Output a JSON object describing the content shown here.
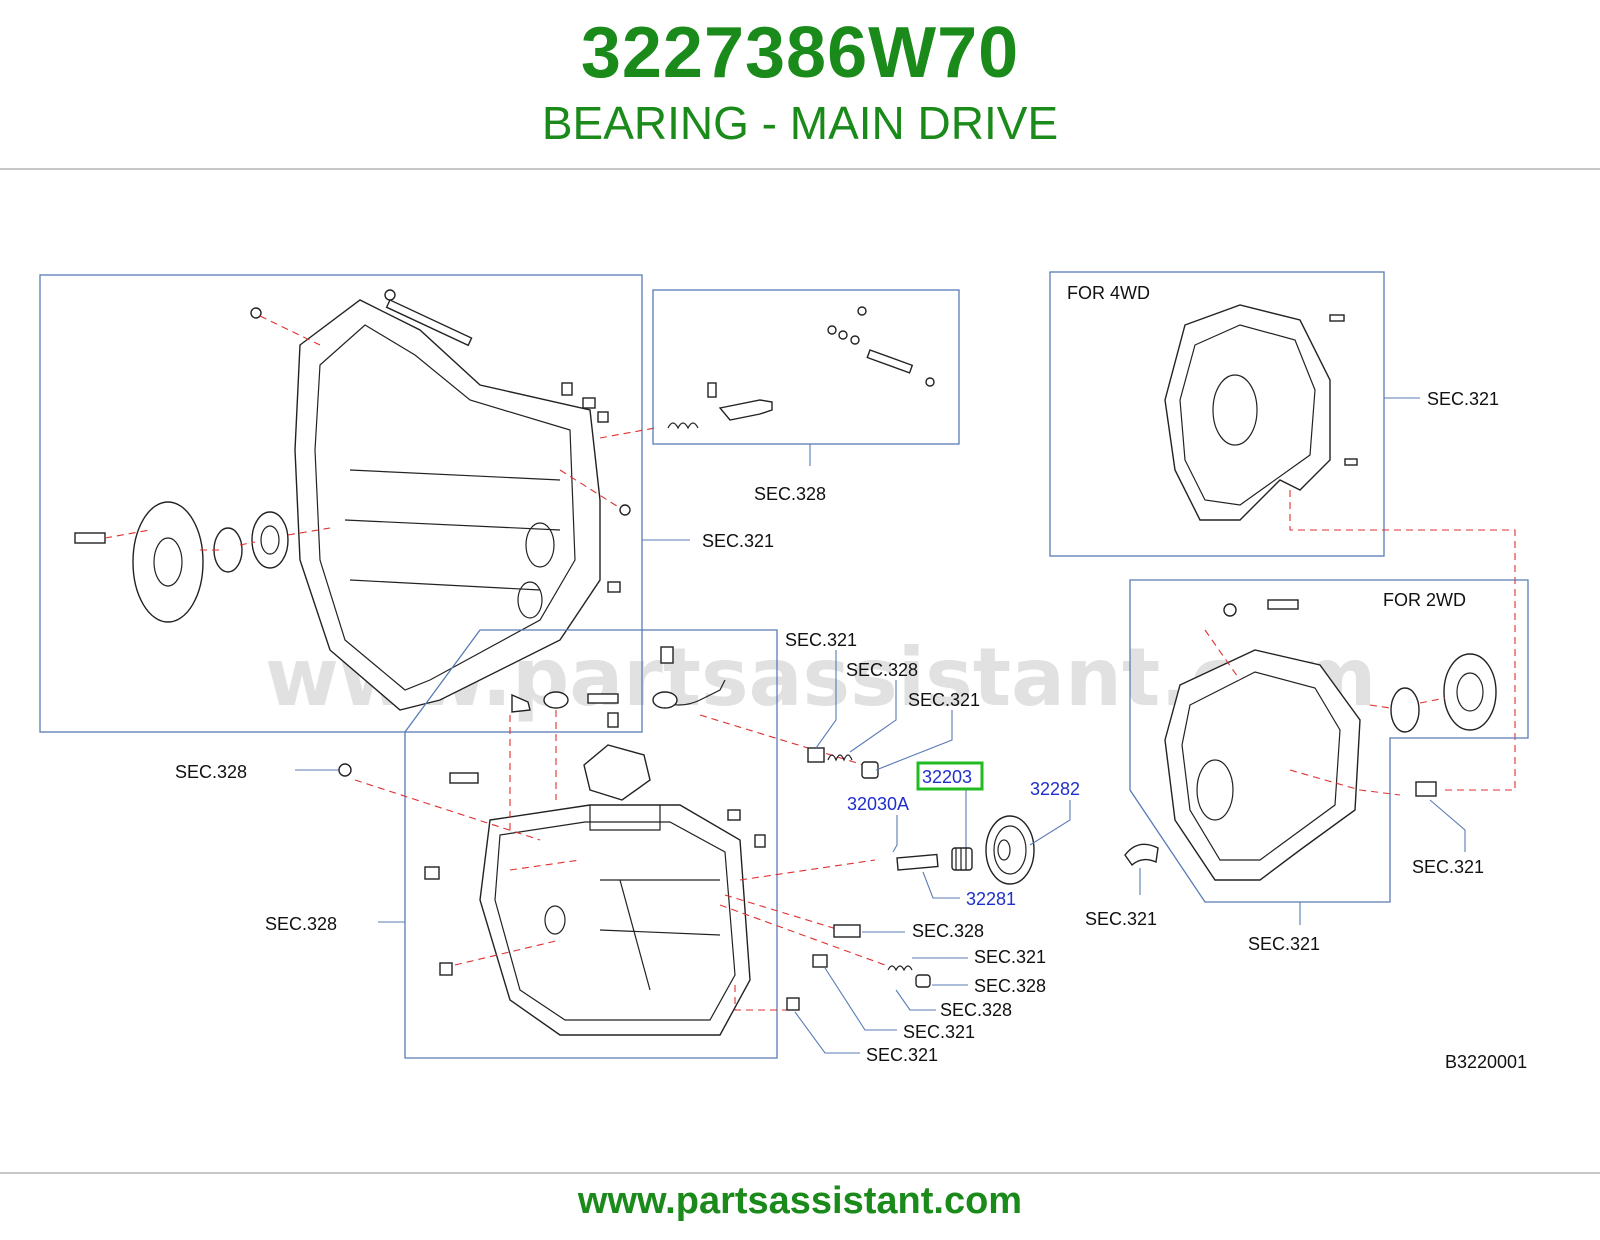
{
  "header": {
    "part_number": "3227386W70",
    "part_name": "BEARING - MAIN DRIVE"
  },
  "diagram": {
    "watermark": "www.partsassistant.com",
    "code": "B3220001",
    "box_labels": {
      "for_4wd": "FOR  4WD",
      "for_2wd": "FOR  2WD"
    },
    "part_callouts": {
      "highlighted": "32203",
      "p32030a": "32030A",
      "p32282": "32282",
      "p32281": "32281"
    },
    "section_refs": [
      "SEC.328",
      "SEC.321",
      "SEC.321",
      "SEC.328",
      "SEC.328",
      "SEC.321",
      "SEC.328",
      "SEC.321",
      "SEC.321",
      "SEC.328",
      "SEC.321",
      "SEC.328",
      "SEC.328",
      "SEC.321",
      "SEC.321",
      "SEC.321",
      "SEC.321"
    ],
    "highlight_color": "#22bb22"
  },
  "footer": {
    "url": "www.partsassistant.com"
  }
}
